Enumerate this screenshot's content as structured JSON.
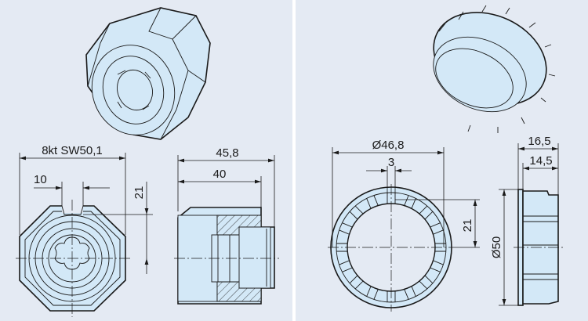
{
  "left_drawing": {
    "dimensions": {
      "across_flats": "8kt SW50,1",
      "slot_width": "10",
      "slot_height": "21",
      "total_length": "45,8",
      "body_length": "40"
    }
  },
  "right_drawing": {
    "dimensions": {
      "inner_diameter": "Ø46,8",
      "notch_width": "3",
      "notch_height": "21",
      "outer_diameter": "Ø50",
      "total_width": "16,5",
      "ring_width": "14,5"
    }
  },
  "colors": {
    "background": "#e4eaf3",
    "part_fill": "#d3e8f7",
    "divider": "#ffffff",
    "line": "#1a1a1a"
  }
}
